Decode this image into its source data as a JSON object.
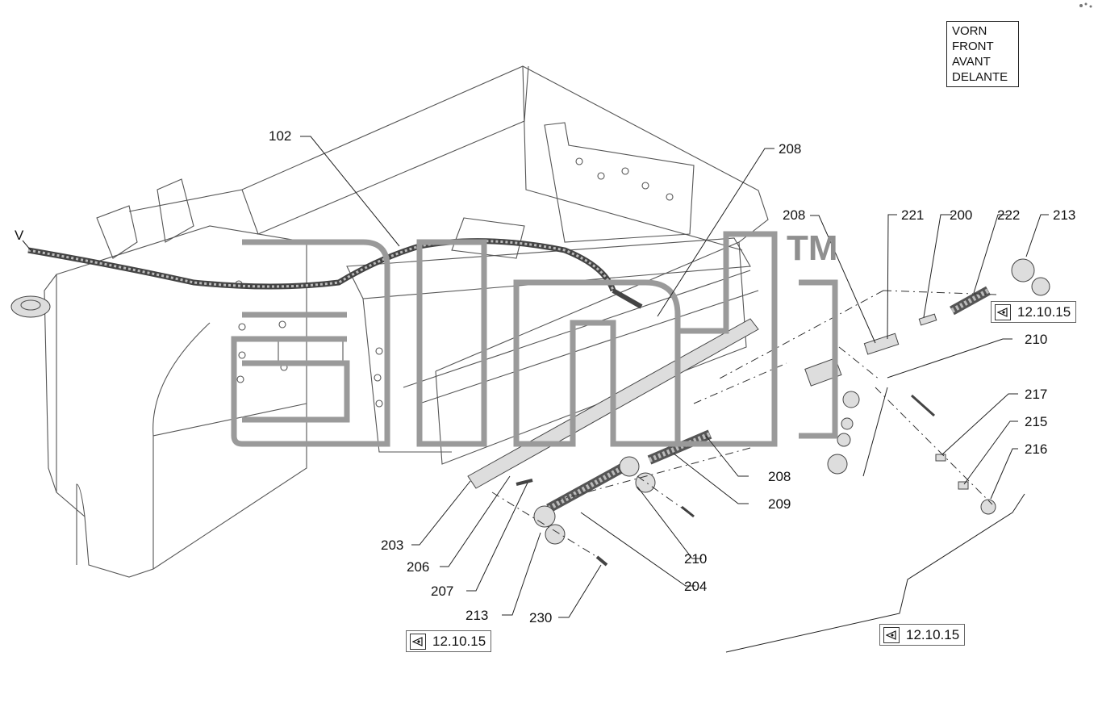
{
  "orientation_box": {
    "lines": [
      "VORN",
      "FRONT",
      "AVANT",
      "DELANTE"
    ]
  },
  "watermark": {
    "trademark": "TM"
  },
  "view_marker": "V",
  "callouts": {
    "c102": "102",
    "c208_top": "208",
    "c208_mid": "208",
    "c221": "221",
    "c200": "200",
    "c222": "222",
    "c213_top": "213",
    "c210_right": "210",
    "c217": "217",
    "c215": "215",
    "c216": "216",
    "c208_bottom": "208",
    "c209": "209",
    "c210_bottom": "210",
    "c204": "204",
    "c203": "203",
    "c206": "206",
    "c207": "207",
    "c213_bottom": "213",
    "c230": "230"
  },
  "references": {
    "top_right": "12.10.15",
    "bottom_left": "12.10.15",
    "bottom_right": "12.10.15"
  },
  "icons": {
    "reference": "eye-icon"
  }
}
